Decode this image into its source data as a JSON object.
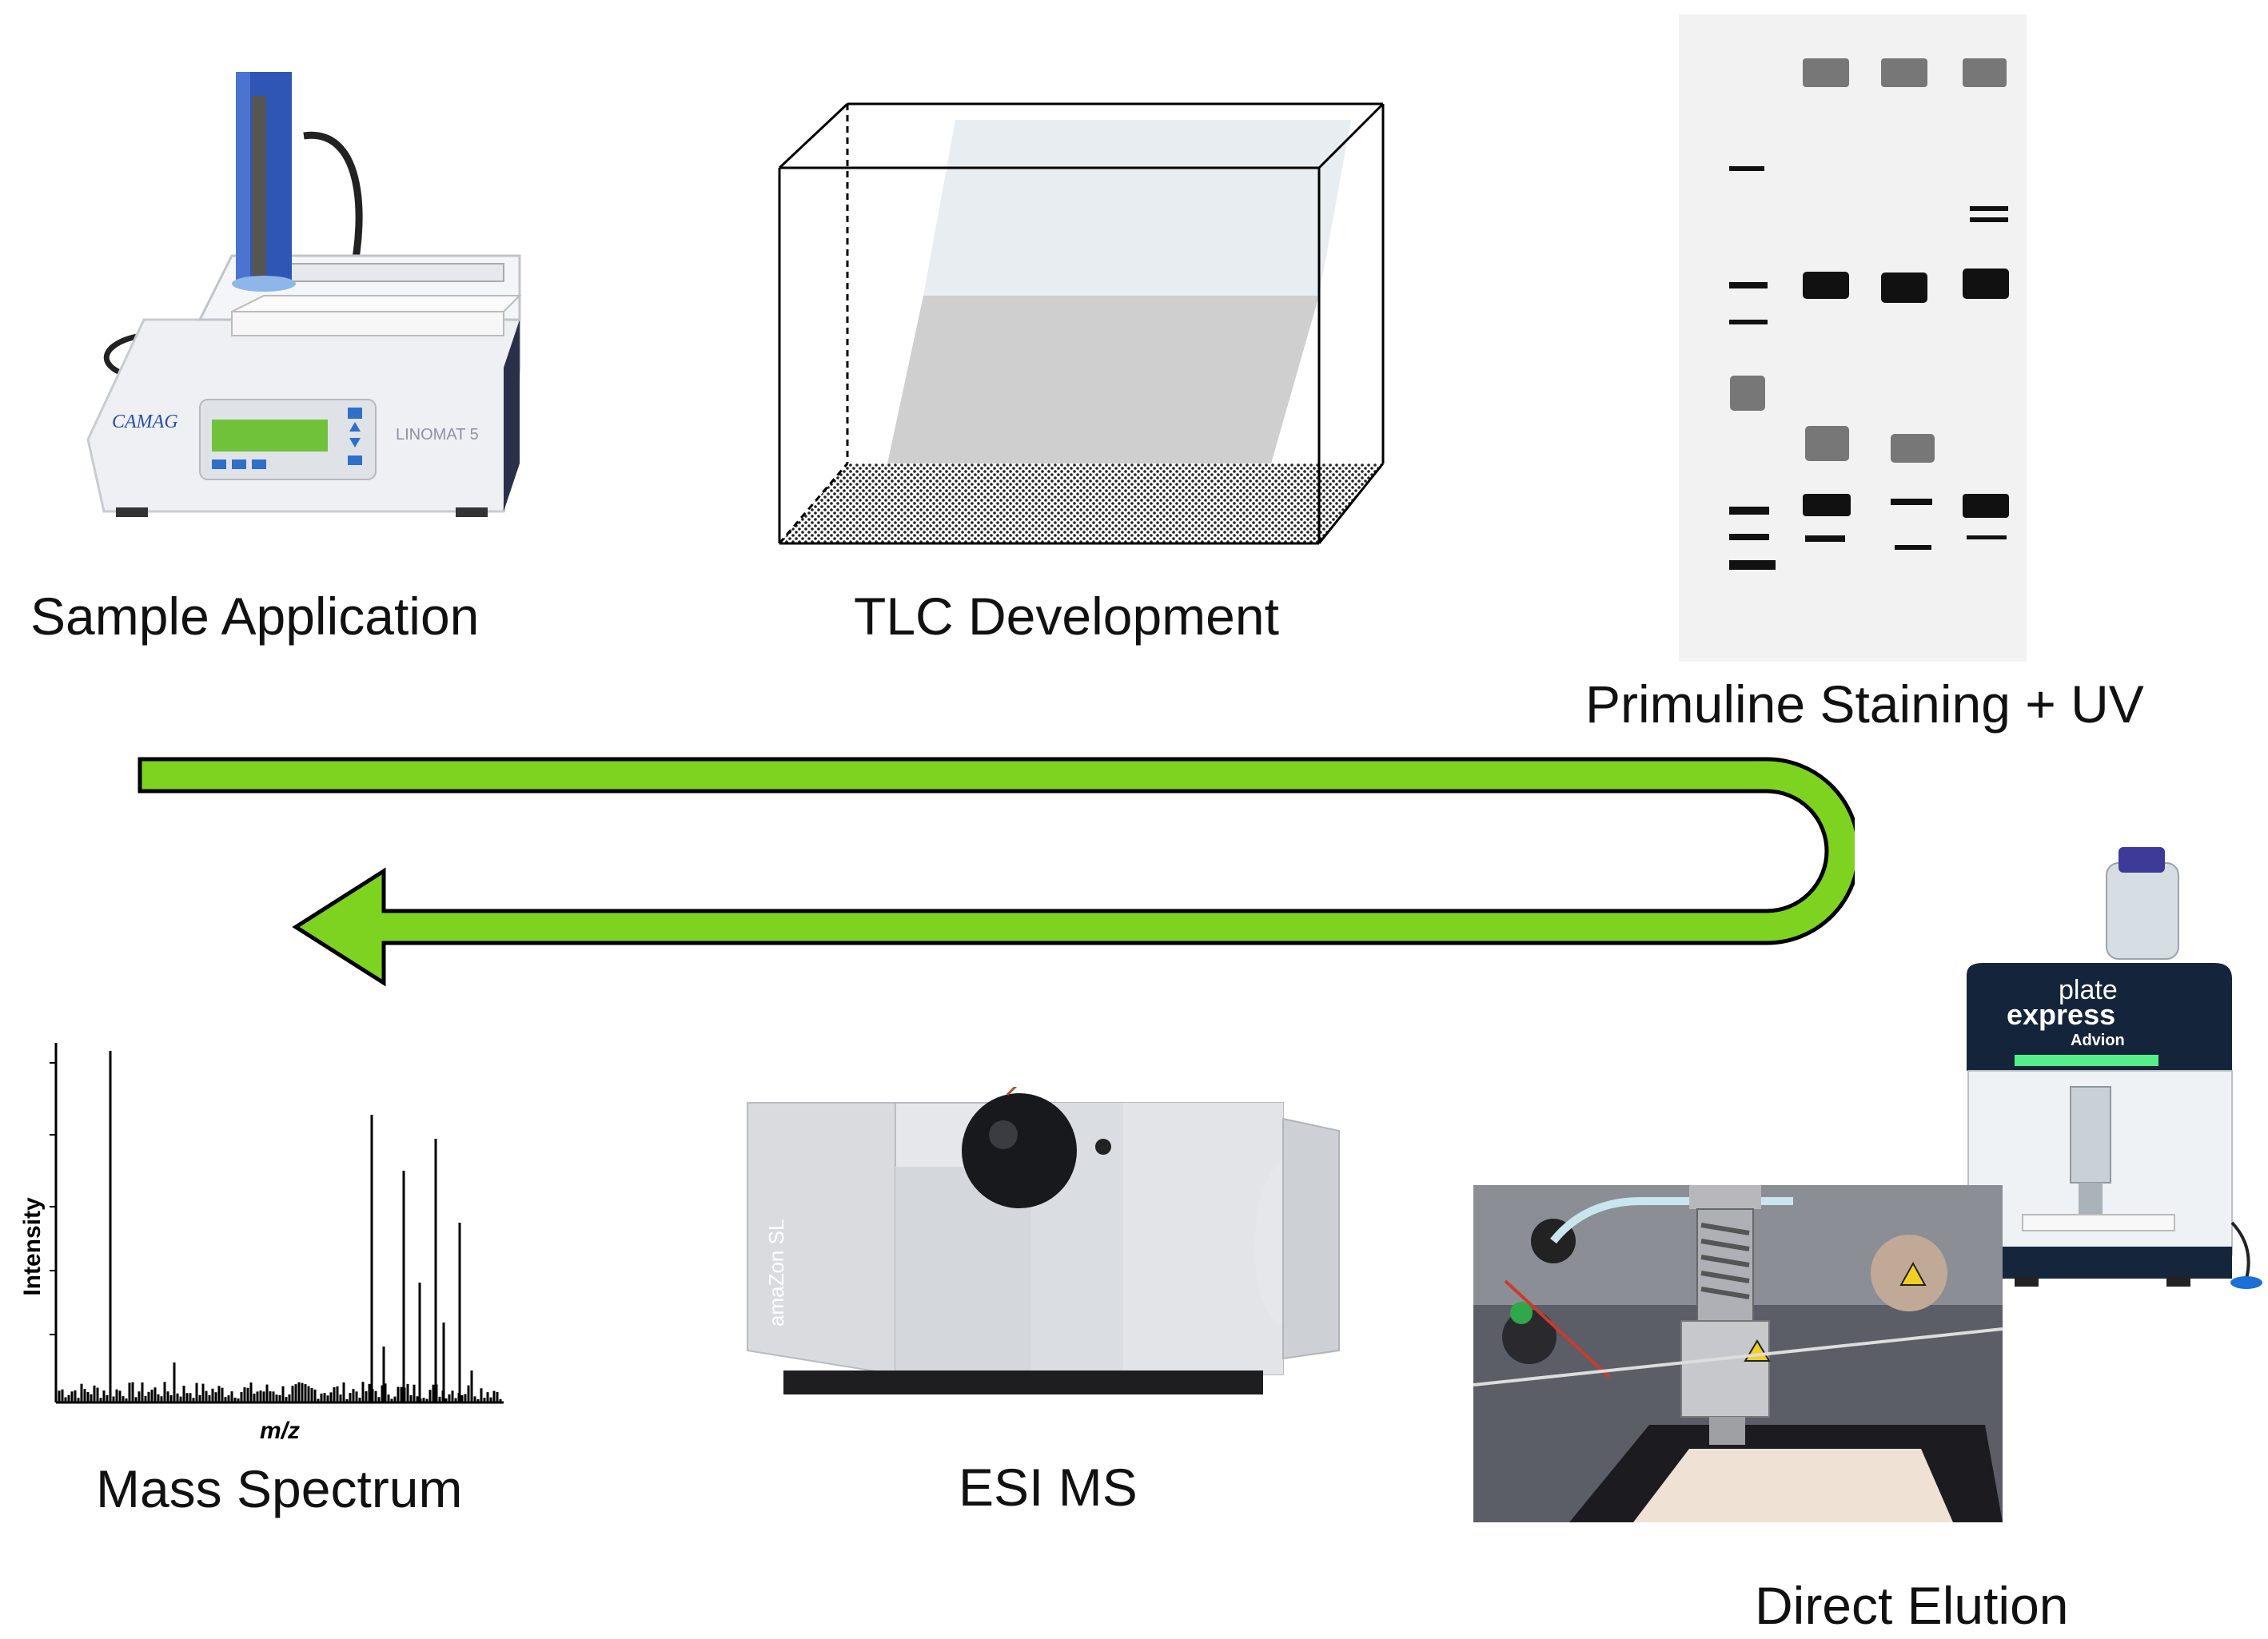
{
  "labels": {
    "sample_application": "Sample Application",
    "tlc_development": "TLC Development",
    "primuline_staining": "Primuline Staining + UV",
    "mass_spectrum": "Mass Spectrum",
    "esi_ms": "ESI MS",
    "direct_elution": "Direct Elution"
  },
  "device_text": {
    "camag_logo": "CAMAG",
    "linomat_model": "LINOMAT 5",
    "amazon_model": "amaZon SL",
    "plate_express_line1": "plate",
    "plate_express_line2": "express",
    "advion_brand": "Advion"
  },
  "mass_spectrum_axes": {
    "ylabel": "Intensity",
    "xlabel": "m/z"
  },
  "colors": {
    "arrow_fill": "#7ed321",
    "arrow_stroke": "#000000",
    "tlc_plate_bg": "#f2f2f2",
    "spot_dark": "#111111",
    "spot_gray": "#777777"
  },
  "icons": {
    "sample_applicator": "linomat-instrument",
    "tlc_chamber": "tlc-development-tank",
    "tlc_plate": "stained-tlc-plate",
    "flow_arrow": "u-turn-arrow",
    "elution_interface": "plate-express-device",
    "mass_spectrometer": "amazon-sl-instrument",
    "spectrum": "mass-spectrum-plot"
  }
}
